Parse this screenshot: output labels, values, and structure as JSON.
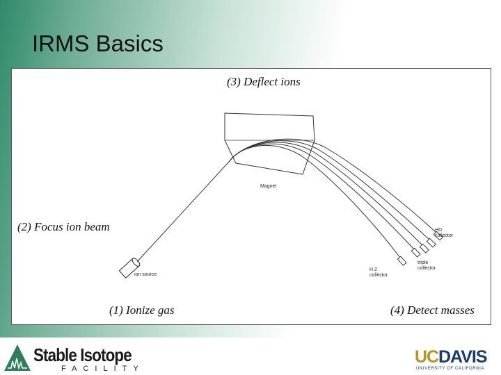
{
  "slide": {
    "title": "IRMS Basics"
  },
  "diagram": {
    "steps": {
      "deflect": "(3) Deflect ions",
      "focus": "(2) Focus ion beam",
      "ionize": "(1) Ionize gas",
      "detect": "(4) Detect masses"
    },
    "labels": {
      "magnet": "Magnet",
      "ion_source": "ion source",
      "hd_collector_line1": "HD",
      "hd_collector_line2": "collector",
      "triple_collector_line1": "triple",
      "triple_collector_line2": "collector",
      "h2_collector_line1": "H 2",
      "h2_collector_line2": "collector"
    }
  },
  "footer": {
    "stable_isotope": "Stable Isotope",
    "facility": "FACILITY",
    "uc": "UC",
    "davis": "DAVIS",
    "university": "UNIVERSITY OF CALIFORNIA"
  },
  "colors": {
    "green_accent": "#2f8a6b",
    "ucd_gold": "#b89325",
    "ucd_blue": "#1c3b6c"
  }
}
